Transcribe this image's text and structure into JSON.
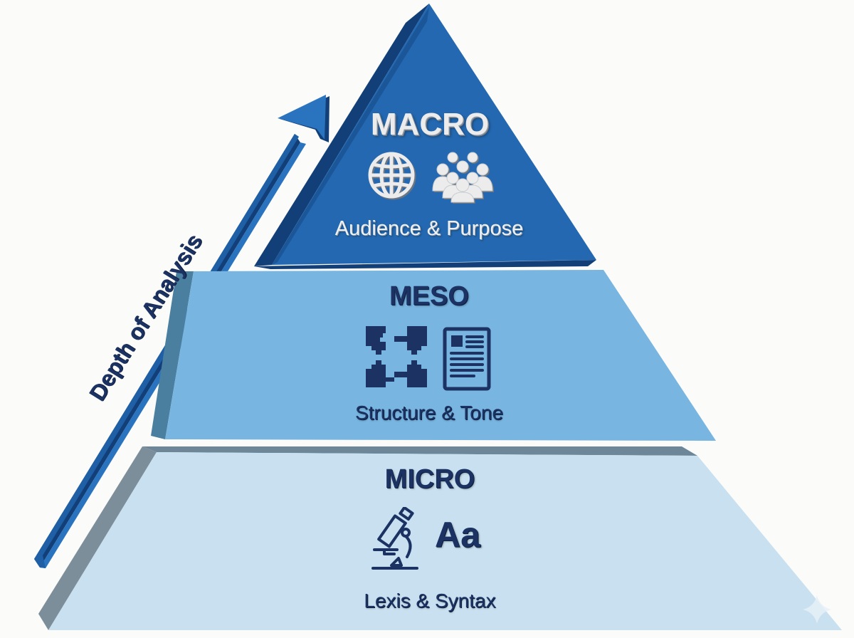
{
  "diagram": {
    "type": "pyramid",
    "axis": {
      "label": "Depth of Analysis",
      "direction": "up"
    },
    "tiers": [
      {
        "id": "macro",
        "title": "MACRO",
        "subtitle": "Audience & Purpose",
        "icons": [
          "globe-icon",
          "group-people-icon"
        ],
        "fill": "#2368b0",
        "text_color": "#ececec"
      },
      {
        "id": "meso",
        "title": "MESO",
        "subtitle": "Structure & Tone",
        "icons": [
          "network-structure-icon",
          "document-icon"
        ],
        "fill": "#78b5e1",
        "text_color": "#1b3263"
      },
      {
        "id": "micro",
        "title": "MICRO",
        "subtitle": "Lexis & Syntax",
        "icons": [
          "microscope-icon",
          "typography-icon"
        ],
        "icon_text": "Aa",
        "fill": "#c8e0ef",
        "text_color": "#1b3263"
      }
    ],
    "colors": {
      "background": "#fbfbf9",
      "arrow": "#2368b0",
      "arrow_dark": "#123f78",
      "dark_text": "#1b3263"
    }
  }
}
